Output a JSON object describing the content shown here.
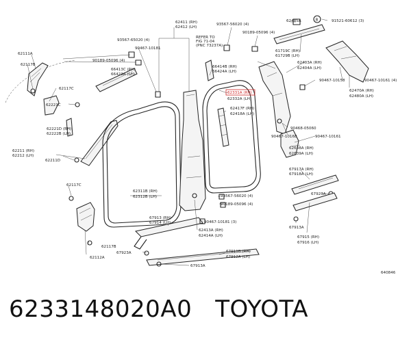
{
  "diagram": {
    "labels": {
      "p62111A": "62111A",
      "p62117B_top": "62117B",
      "p93567_65020_4_a": "93567-65020 (4)",
      "p90189_05096_4_a": "90189-05096 (4)",
      "p62117C_top": "62117C",
      "p66413C": "66413C (RH)",
      "p66423A": "66423A (LH)",
      "p62221C": "62221C",
      "p62221D": "62221D (RH)",
      "p62222B": "62222B (LH)",
      "p62211": "62211 (RH)",
      "p62212": "62212 (LH)",
      "p62211D": "62211D",
      "p62117C_bot": "62117C",
      "p62117B_bot": "62117B",
      "p62112A": "62112A",
      "p62411": "62411 (RH)",
      "p62412": "62412 (LH)",
      "p90467_10181": "90467-10181",
      "p_refer": "REFER TO",
      "p_fig": "FIG 71-04",
      "p_pnc": "(PNC 73237A)",
      "p93567_56020_4": "93567-56020 (4)",
      "p90189_05096_4_b": "90189-05096 (4)",
      "p62485A": "62485A",
      "p_circleB": "B",
      "p91521_60612": "91521-60612 (3)",
      "p61719C": "61719C (RH)",
      "p61729B": "61729B (LH)",
      "p66414B": "66414B (RH)",
      "p66424A": "66424A (LH)",
      "p62331A": "62331A (RH)",
      "p62332A": "62332A (LH)",
      "p62403A": "62403A (RH)",
      "p62404A": "62404A (LH)",
      "p90467_10158_a": "90467-10158",
      "p90467_10161_4": "90467-10161 (4)",
      "p62470A": "62470A (RH)",
      "p62480A": "62480A (LH)",
      "p62417F": "62417F (RH)",
      "p62418A": "62418A (LH)",
      "p90468_05060": "90468-05060",
      "p90467_10168": "90467-10168",
      "p90467_10161": "90467-10161",
      "p62638A": "62638A (RH)",
      "p62639A": "62639A (LH)",
      "p67917A": "67917A (RH)",
      "p67918A": "67918A (LH)",
      "p67923A_r": "67923A",
      "p62311B": "62311B (RH)",
      "p62312B": "62312B (LH)",
      "p93567_56020_4_c": "93567-56020 (4)",
      "p90189_05096_4_c": "90189-05096 (4)",
      "p67913A_r": "67913A",
      "p67915": "67915 (RH)",
      "p67916": "67916 (LH)",
      "p67913": "67913 (RH)",
      "p67914": "67914 (LH)",
      "p90467_10181_3": "90467-10181 (3)",
      "p62413A": "62413A (RH)",
      "p62414A": "62414A (LH)",
      "p67923A_l": "67923A",
      "p67911B": "67911B (RH)",
      "p67912A": "67912A (LH)",
      "p67913A_b": "67913A",
      "p640846": "640846"
    }
  },
  "caption": {
    "part_number": "6233148020A0",
    "brand": "TOYOTA"
  },
  "colors": {
    "highlight": "#d12a2a",
    "line": "#222222"
  }
}
